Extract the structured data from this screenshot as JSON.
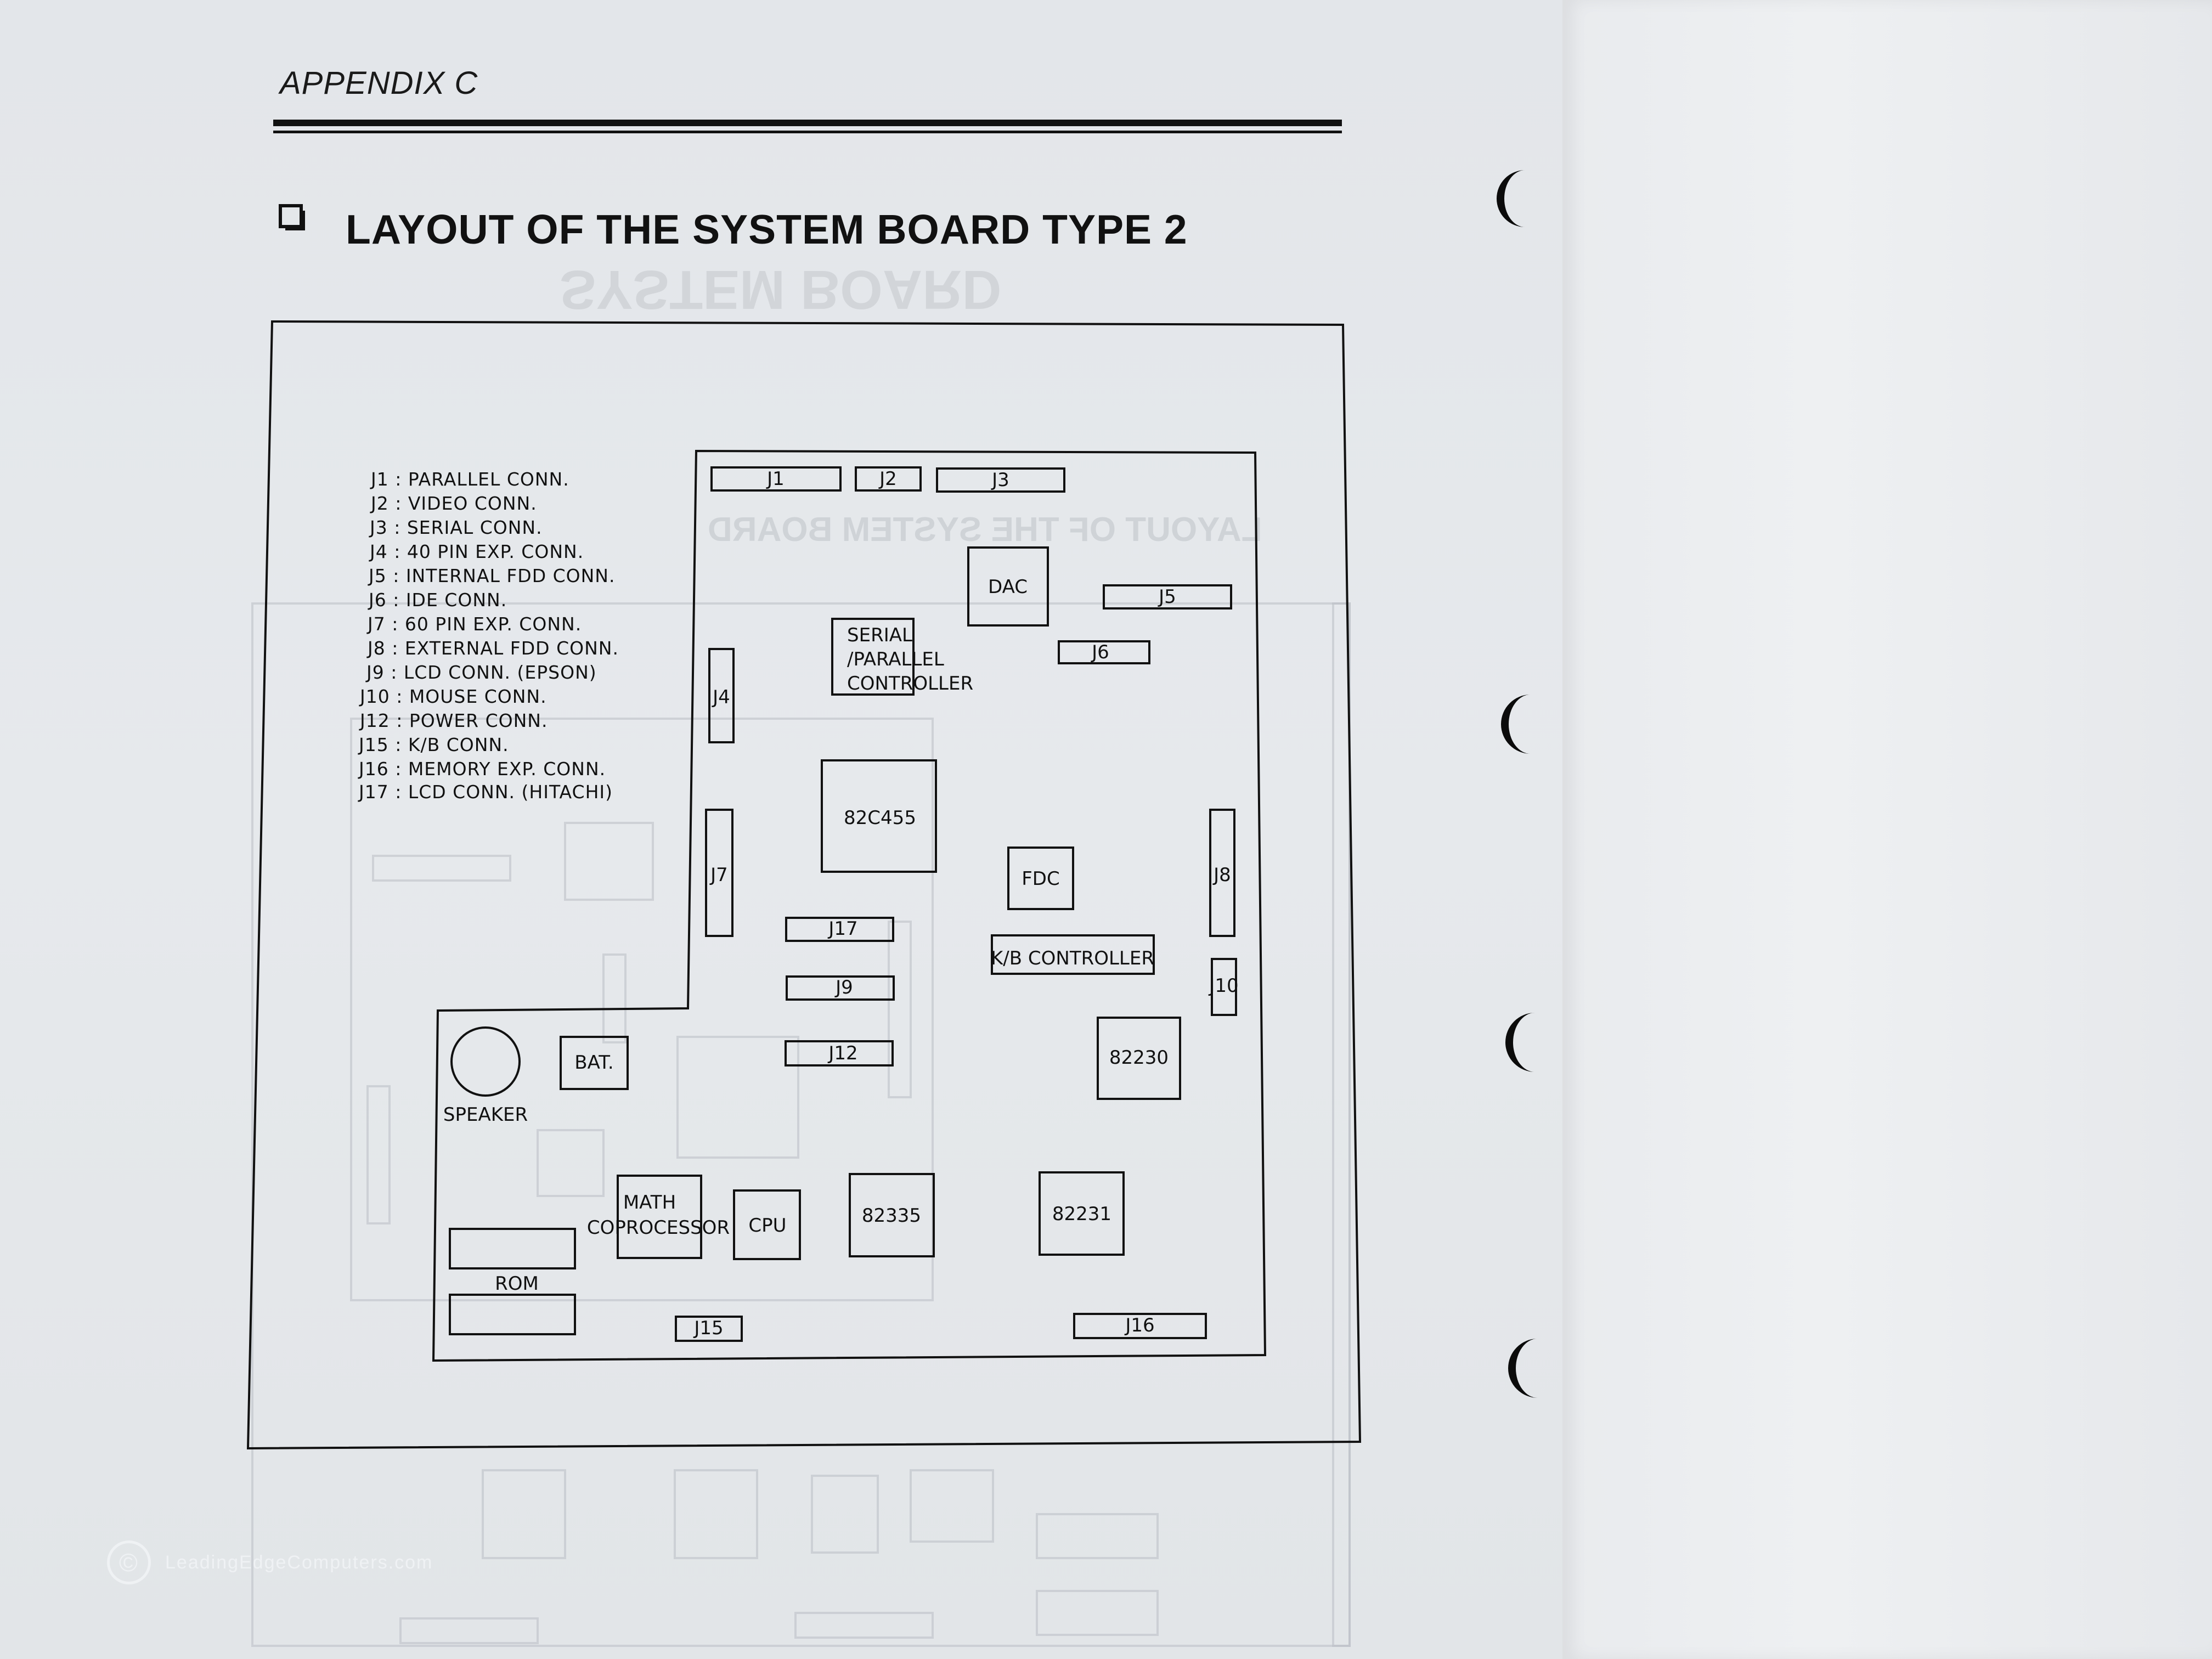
{
  "header": {
    "title": "APPENDIX C"
  },
  "section": {
    "title": "LAYOUT OF THE SYSTEM BOARD TYPE 2",
    "checkbox_icon": "empty-checkbox-icon"
  },
  "legend": [
    {
      "id": "J1",
      "text": "J1  :  PARALLEL  CONN."
    },
    {
      "id": "J2",
      "text": "J2  :  VIDEO  CONN."
    },
    {
      "id": "J3",
      "text": "J3  :  SERIAL  CONN."
    },
    {
      "id": "J4",
      "text": "J4  :  40  PIN  EXP.  CONN."
    },
    {
      "id": "J5",
      "text": "J5  :  INTERNAL  FDD  CONN."
    },
    {
      "id": "J6",
      "text": "J6  :  IDE  CONN."
    },
    {
      "id": "J7",
      "text": "J7  :  60  PIN  EXP.  CONN."
    },
    {
      "id": "J8",
      "text": "J8  :  EXTERNAL  FDD  CONN."
    },
    {
      "id": "J9",
      "text": "J9  :  LCD  CONN.  (EPSON)"
    },
    {
      "id": "J10",
      "text": "J10  :  MOUSE  CONN."
    },
    {
      "id": "J12",
      "text": "J12  :  POWER  CONN."
    },
    {
      "id": "J15",
      "text": "J15  :  K/B  CONN."
    },
    {
      "id": "J16",
      "text": "J16  :  MEMORY  EXP.  CONN."
    },
    {
      "id": "J17",
      "text": "J17  :  LCD  CONN.  (HITACHI)"
    }
  ],
  "components": {
    "j1": "J1",
    "j2": "J2",
    "j3": "J3",
    "j4": "J4",
    "j5": "J5",
    "j6": "J6",
    "j7": "J7",
    "j8": "J8",
    "j9": "J9",
    "j10": "J10",
    "j12": "J12",
    "j15": "J15",
    "j16": "J16",
    "j17": "J17",
    "dac": "DAC",
    "serial_line1": "SERIAL",
    "serial_line2": "/PARALLEL",
    "serial_line3": "CONTROLLER",
    "chip_82c455": "82C455",
    "fdc": "FDC",
    "kb_controller": "K/B  CONTROLLER",
    "chip_82230": "82230",
    "bat": "BAT.",
    "speaker": "SPEAKER",
    "math_line1": "MATH",
    "math_line2": "COPROCESSOR",
    "cpu": "CPU",
    "chip_82335": "82335",
    "chip_82231": "82231",
    "rom": "ROM"
  },
  "watermark": {
    "symbol": "©",
    "text": "LeadingEdgeComputers.com"
  }
}
